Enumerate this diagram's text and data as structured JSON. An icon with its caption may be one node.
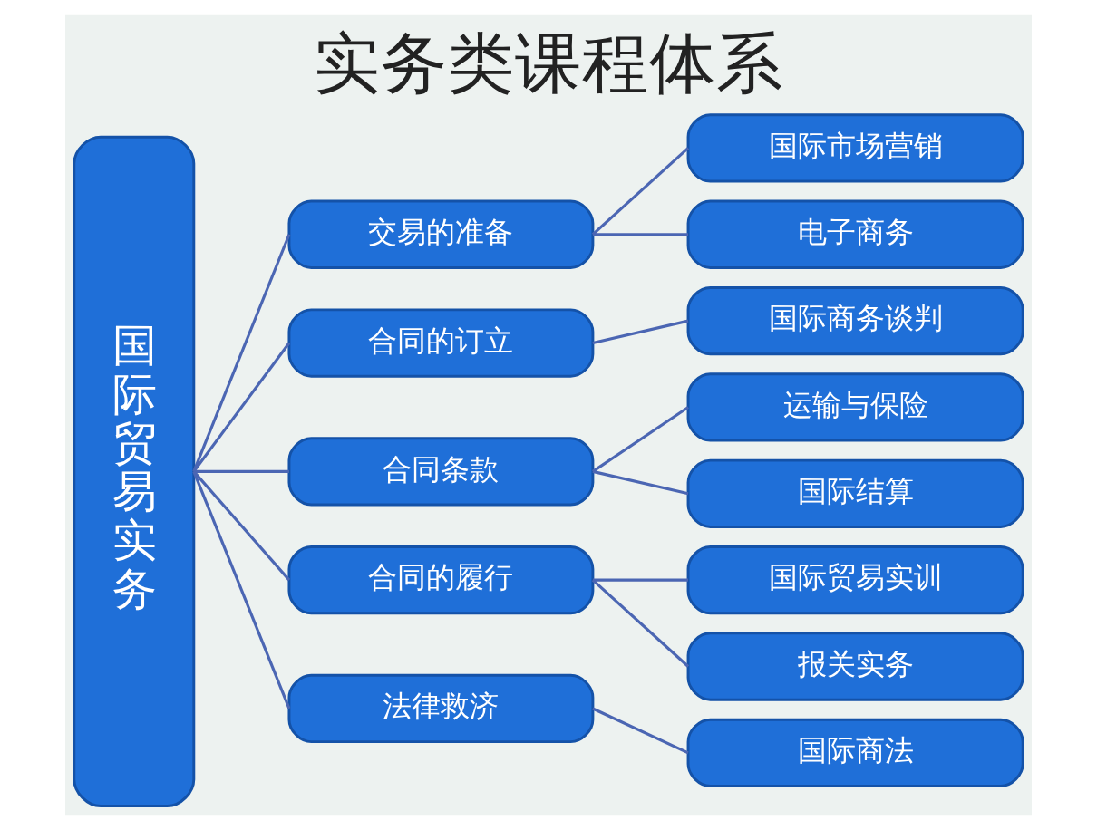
{
  "diagram": {
    "title": "实务类课程体系",
    "nodes": [
      {
        "text": [
          "国际贸易实务"
        ]
      },
      {
        "text": [
          "交易的准备"
        ]
      },
      {
        "text": [
          "合同的订立"
        ]
      },
      {
        "text": [
          "合同条款"
        ]
      },
      {
        "text": [
          "合同的履行"
        ]
      },
      {
        "text": [
          "法律救济"
        ]
      },
      {
        "text": [
          "国际市场营销"
        ]
      },
      {
        "text": [
          "电子商务"
        ]
      },
      {
        "text": [
          "国际商务谈判"
        ]
      },
      {
        "text": [
          "运输与保险"
        ]
      },
      {
        "text": [
          "国际结算"
        ]
      },
      {
        "text": [
          "国际贸易实训"
        ]
      },
      {
        "text": [
          "报关实务"
        ]
      },
      {
        "text": [
          "国际商法"
        ]
      }
    ],
    "edges": [
      {
        "from": 0,
        "to": 1,
        "arrow": "none"
      },
      {
        "from": 0,
        "to": 2,
        "arrow": "none"
      },
      {
        "from": 0,
        "to": 3,
        "arrow": "none"
      },
      {
        "from": 0,
        "to": 4,
        "arrow": "none"
      },
      {
        "from": 0,
        "to": 5,
        "arrow": "none"
      },
      {
        "from": 1,
        "to": 6,
        "arrow": "none"
      },
      {
        "from": 1,
        "to": 7,
        "arrow": "none"
      },
      {
        "from": 2,
        "to": 8,
        "arrow": "none"
      },
      {
        "from": 3,
        "to": 9,
        "arrow": "none"
      },
      {
        "from": 3,
        "to": 10,
        "arrow": "none"
      },
      {
        "from": 4,
        "to": 11,
        "arrow": "none"
      },
      {
        "from": 4,
        "to": 12,
        "arrow": "none"
      },
      {
        "from": 5,
        "to": 13,
        "arrow": "none"
      }
    ]
  }
}
